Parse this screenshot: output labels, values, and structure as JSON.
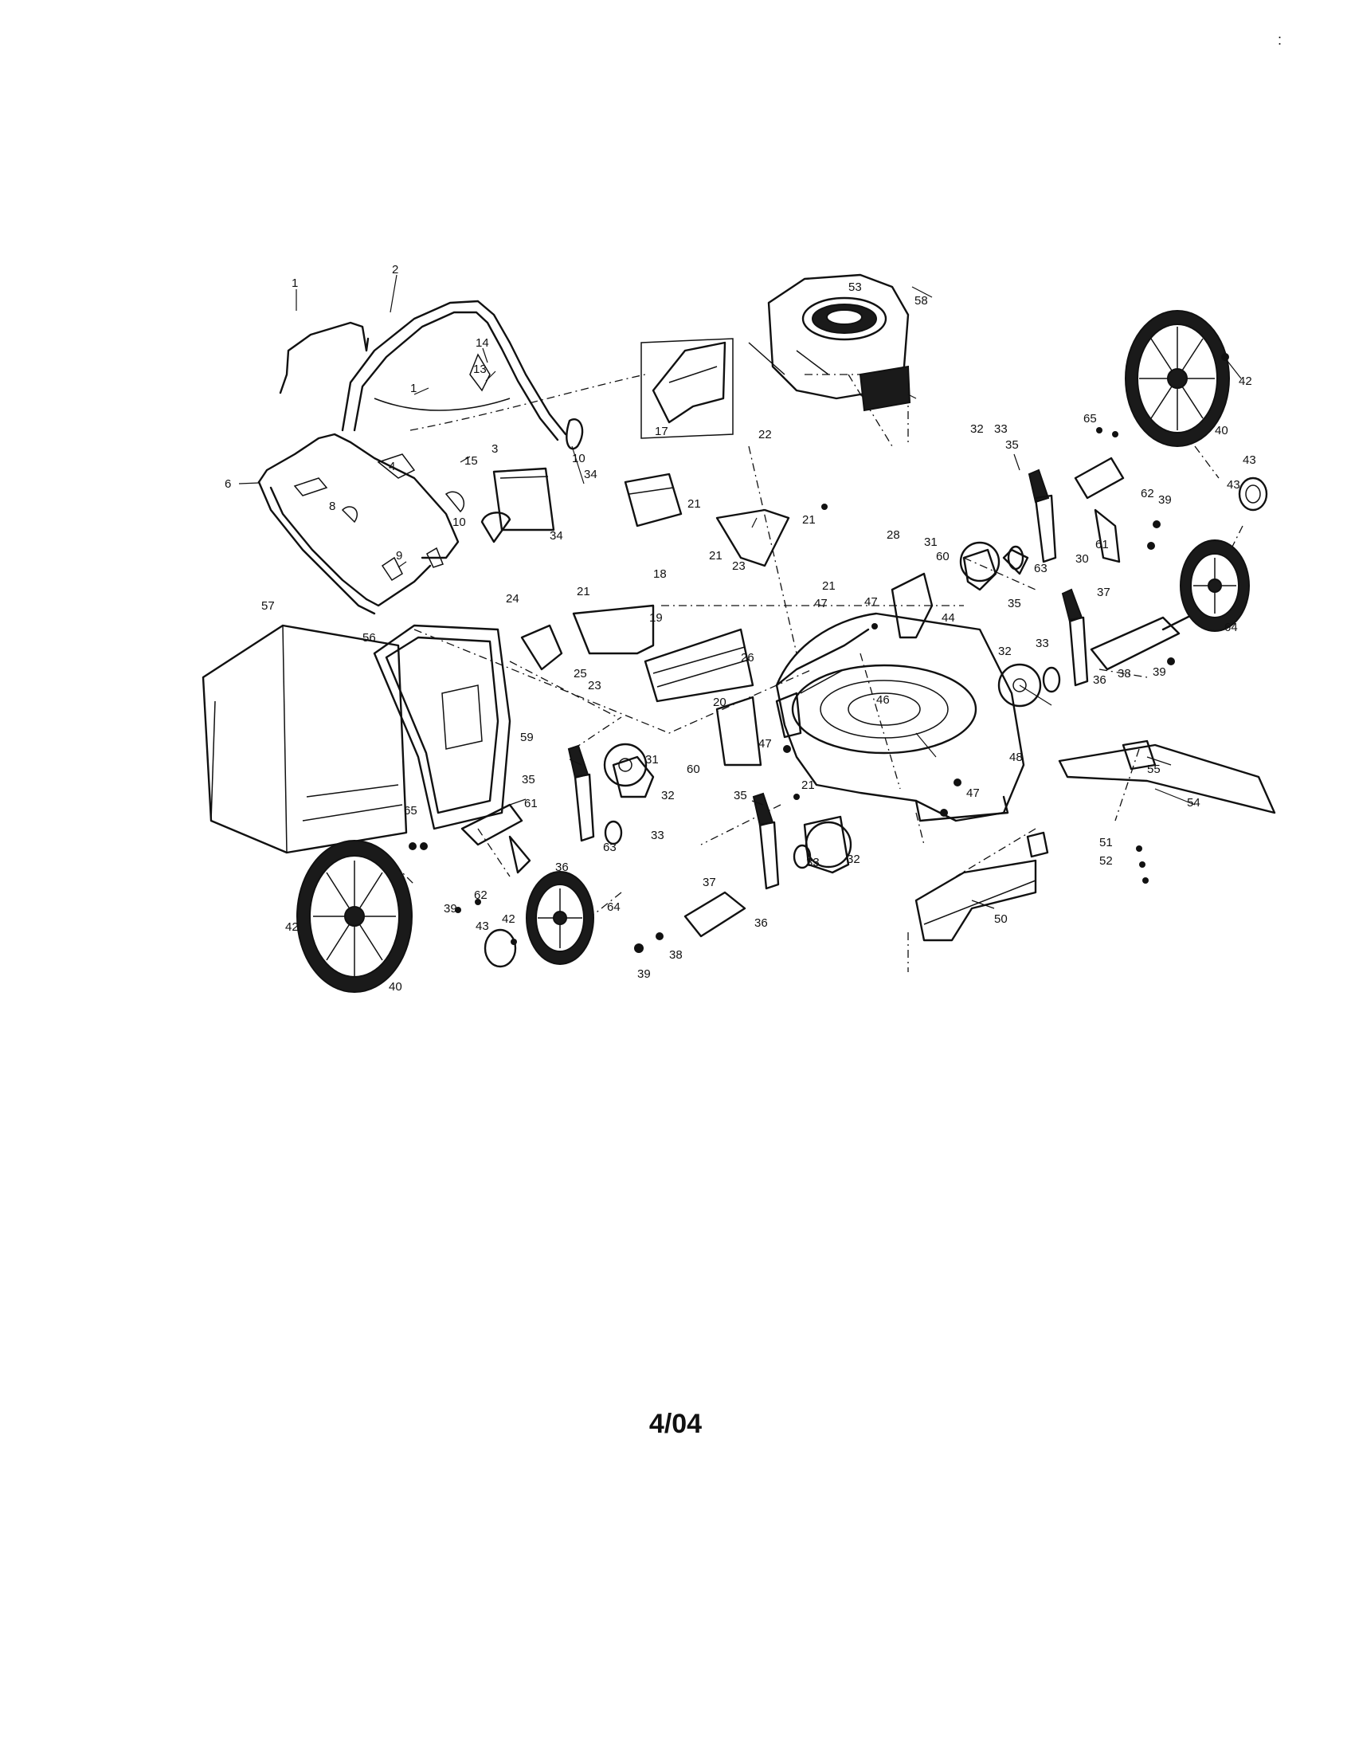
{
  "page": {
    "date_code": "4/04",
    "corner_mark": ":"
  },
  "diagram": {
    "callouts": [
      {
        "id": "c1",
        "text": "1"
      },
      {
        "id": "c2",
        "text": "2"
      },
      {
        "id": "c1b",
        "text": "1"
      },
      {
        "id": "c14",
        "text": "14"
      },
      {
        "id": "c13",
        "text": "13"
      },
      {
        "id": "c15",
        "text": "15"
      },
      {
        "id": "c10a",
        "text": "10"
      },
      {
        "id": "c10b",
        "text": "10"
      },
      {
        "id": "c3",
        "text": "3"
      },
      {
        "id": "c6",
        "text": "6"
      },
      {
        "id": "c4",
        "text": "4"
      },
      {
        "id": "c8",
        "text": "8"
      },
      {
        "id": "c9",
        "text": "9"
      },
      {
        "id": "c17",
        "text": "17"
      },
      {
        "id": "c22",
        "text": "22"
      },
      {
        "id": "c21a",
        "text": "21"
      },
      {
        "id": "c21b",
        "text": "21"
      },
      {
        "id": "c21c",
        "text": "21"
      },
      {
        "id": "c21d",
        "text": "21"
      },
      {
        "id": "c21e",
        "text": "21"
      },
      {
        "id": "c34a",
        "text": "34"
      },
      {
        "id": "c34b",
        "text": "34"
      },
      {
        "id": "c18",
        "text": "18"
      },
      {
        "id": "c23a",
        "text": "23"
      },
      {
        "id": "c23b",
        "text": "23"
      },
      {
        "id": "c24",
        "text": "24"
      },
      {
        "id": "c25",
        "text": "25"
      },
      {
        "id": "c26",
        "text": "26"
      },
      {
        "id": "c19",
        "text": "19"
      },
      {
        "id": "c20",
        "text": "20"
      },
      {
        "id": "c47a",
        "text": "47"
      },
      {
        "id": "c47b",
        "text": "47"
      },
      {
        "id": "c47c",
        "text": "47"
      },
      {
        "id": "c47d",
        "text": "47"
      },
      {
        "id": "c58",
        "text": "58"
      },
      {
        "id": "c53",
        "text": "53"
      },
      {
        "id": "c42a",
        "text": "42"
      },
      {
        "id": "c40a",
        "text": "40"
      },
      {
        "id": "c65a",
        "text": "65"
      },
      {
        "id": "c35a",
        "text": "35"
      },
      {
        "id": "c43a",
        "text": "43"
      },
      {
        "id": "c43b",
        "text": "43"
      },
      {
        "id": "c62a",
        "text": "62"
      },
      {
        "id": "c39a",
        "text": "39"
      },
      {
        "id": "c61a",
        "text": "61"
      },
      {
        "id": "c30a",
        "text": "30"
      },
      {
        "id": "c63a",
        "text": "63"
      },
      {
        "id": "c32a",
        "text": "32"
      },
      {
        "id": "c33a",
        "text": "33"
      },
      {
        "id": "c28",
        "text": "28"
      },
      {
        "id": "c31a",
        "text": "31"
      },
      {
        "id": "c60a",
        "text": "60"
      },
      {
        "id": "c44",
        "text": "44"
      },
      {
        "id": "c64a",
        "text": "64"
      },
      {
        "id": "c35b",
        "text": "35"
      },
      {
        "id": "c37a",
        "text": "37"
      },
      {
        "id": "c32b",
        "text": "32"
      },
      {
        "id": "c33b",
        "text": "33"
      },
      {
        "id": "c36a",
        "text": "36"
      },
      {
        "id": "c39b",
        "text": "39"
      },
      {
        "id": "c38a",
        "text": "38"
      },
      {
        "id": "c46",
        "text": "46"
      },
      {
        "id": "c48",
        "text": "48"
      },
      {
        "id": "c55",
        "text": "55"
      },
      {
        "id": "c54",
        "text": "54"
      },
      {
        "id": "c50",
        "text": "50"
      },
      {
        "id": "c52",
        "text": "52"
      },
      {
        "id": "c51",
        "text": "51"
      },
      {
        "id": "c57",
        "text": "57"
      },
      {
        "id": "c56",
        "text": "56"
      },
      {
        "id": "c59",
        "text": "59"
      },
      {
        "id": "c61b",
        "text": "61"
      },
      {
        "id": "c65b",
        "text": "65"
      },
      {
        "id": "c39c",
        "text": "39"
      },
      {
        "id": "c62b",
        "text": "62"
      },
      {
        "id": "c42b",
        "text": "42"
      },
      {
        "id": "c40b",
        "text": "40"
      },
      {
        "id": "c35c",
        "text": "35"
      },
      {
        "id": "c36b",
        "text": "36"
      },
      {
        "id": "c63b",
        "text": "63"
      },
      {
        "id": "c33c",
        "text": "33"
      },
      {
        "id": "c32c",
        "text": "32"
      },
      {
        "id": "c31b",
        "text": "31"
      },
      {
        "id": "c60b",
        "text": "60"
      },
      {
        "id": "c21f",
        "text": "21"
      },
      {
        "id": "c35d",
        "text": "35"
      },
      {
        "id": "c37b",
        "text": "37"
      },
      {
        "id": "c36c",
        "text": "36"
      },
      {
        "id": "c33d",
        "text": "33"
      },
      {
        "id": "c32d",
        "text": "32"
      },
      {
        "id": "c42c",
        "text": "42"
      },
      {
        "id": "c43c",
        "text": "43"
      },
      {
        "id": "c64b",
        "text": "64"
      },
      {
        "id": "c38b",
        "text": "38"
      },
      {
        "id": "c39d",
        "text": "39"
      }
    ]
  }
}
